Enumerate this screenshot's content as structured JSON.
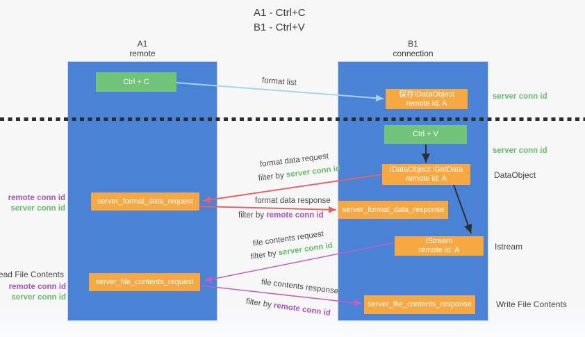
{
  "title": {
    "line1": "A1 - Ctrl+C",
    "line2": "B1 - Ctrl+V"
  },
  "lifelines": {
    "a1": {
      "name": "A1",
      "subtitle": "remote"
    },
    "b1": {
      "name": "B1",
      "subtitle": "connection"
    }
  },
  "nodes": {
    "ctrl_c": {
      "label": "Ctrl + C"
    },
    "ctrl_v": {
      "label": "Ctrl + V"
    },
    "save_idataobject": {
      "line1": "保存IDataObject",
      "line2": "remote id: A"
    },
    "idataobject_getdata": {
      "line1": "IDataObject::GetData",
      "line2": "remote id: A"
    },
    "istream": {
      "line1": "IStream",
      "line2": "remote id: A"
    },
    "server_format_data_request": {
      "label": "server_format_data_request"
    },
    "server_format_data_response": {
      "label": "server_format_data_response"
    },
    "server_file_contents_request": {
      "label": "server_file_contents_request"
    },
    "server_file_contents_response": {
      "label": "server_file_contents_response"
    }
  },
  "side_labels": {
    "right_server_conn_id_top": "server conn id",
    "right_server_conn_id_mid": "server conn id",
    "right_dataobject": "DataObject",
    "right_istream": "Istream",
    "right_write_file_contents": "Write File Contents",
    "left_remote_conn_id_top": "remote conn id",
    "left_server_conn_id_top": "server conn id",
    "left_read_file_contents": "Read File Contents",
    "left_remote_conn_id_bottom": "remote conn id",
    "left_server_conn_id_bottom": "server conn id"
  },
  "flow_labels": {
    "format_list": "format list",
    "format_data_request": "format data request",
    "format_data_response": "format data response",
    "file_contents_request": "file contents request",
    "file_contents_response": "file contents response",
    "filter_by": "filter by ",
    "server_conn_id": "server conn id",
    "remote_conn_id": "remote conn id"
  },
  "colors": {
    "lifeline_blue": "#4a83d6",
    "node_green": "#72c37a",
    "node_orange": "#f7a843",
    "arrow_blue": "#a9d3ef",
    "arrow_red": "#e06666",
    "arrow_purple": "#c05fc5",
    "arrow_black": "#2f2f2f",
    "label_green": "#67bd6c",
    "label_purple": "#ab53be",
    "text_dark": "#3b3b3b"
  }
}
